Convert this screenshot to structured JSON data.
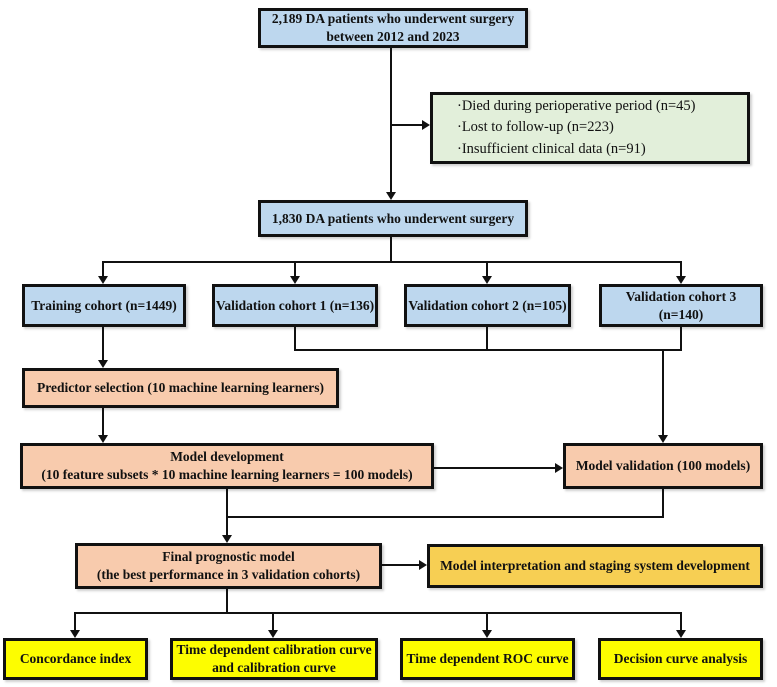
{
  "diagram": {
    "title": "Study flowchart: DA patients surgical cohort and prognostic model development",
    "nodes": {
      "initial": {
        "line1": "2,189 DA patients who underwent surgery",
        "line2": "between 2012 and 2023"
      },
      "exclusions": {
        "items": [
          "·Died during perioperative period (n=45)",
          "·Lost to follow-up (n=223)",
          "·Insufficient clinical data (n=91)"
        ]
      },
      "included": {
        "label": "1,830 DA patients who underwent surgery"
      },
      "training": {
        "label": "Training cohort (n=1449)"
      },
      "validation1": {
        "label": "Validation cohort 1 (n=136)"
      },
      "validation2": {
        "label": "Validation cohort 2 (n=105)"
      },
      "validation3": {
        "label": "Validation cohort 3 (n=140)"
      },
      "predictor": {
        "label": "Predictor selection (10 machine learning learners)"
      },
      "development": {
        "line1": "Model development",
        "line2": "(10 feature subsets * 10 machine learning learners = 100 models)"
      },
      "model_validation": {
        "label": "Model validation (100 models)"
      },
      "final_model": {
        "line1": "Final prognostic model",
        "line2": "(the best performance in 3 validation cohorts)"
      },
      "interpretation": {
        "label": "Model interpretation and staging system development"
      },
      "concordance": {
        "label": "Concordance index"
      },
      "calibration": {
        "line1": "Time dependent calibration curve",
        "line2": "and calibration curve"
      },
      "roc": {
        "label": "Time dependent ROC curve"
      },
      "decision": {
        "label": "Decision curve analysis"
      }
    },
    "colors": {
      "cohort_blue": "#bdd7ee",
      "exclusion_green": "#e2efda",
      "model_orange": "#f8cbad",
      "interpretation_gold": "#f7cf53",
      "evaluation_yellow": "#fdfd00",
      "line_black": "#111111"
    }
  }
}
